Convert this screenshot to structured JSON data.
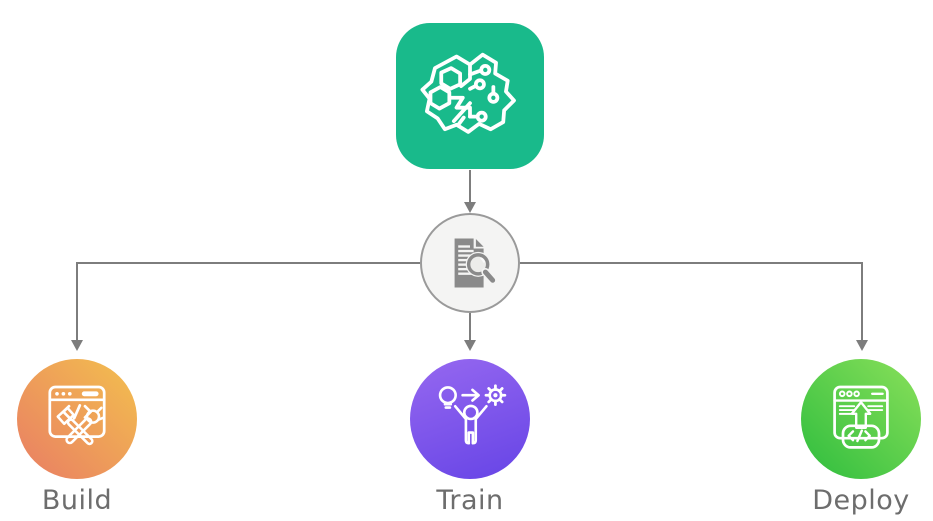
{
  "diagram": {
    "root_node": {
      "icon": "brain-circuit-icon",
      "background": "#19ba8b",
      "icon_color": "#ffffff"
    },
    "hub_node": {
      "icon": "document-search-icon",
      "background": "#f4f4f3",
      "border_color": "#9a9a9a",
      "glyph_color": "#8a8a8a"
    },
    "connector_color": "#7d7d7d",
    "label_color": "#6d6d6d",
    "nodes": [
      {
        "id": "build",
        "label": "Build",
        "icon": "build-tools-icon",
        "gradient_angle": "225deg",
        "gradient_start": "#f3c04e",
        "gradient_end": "#e97d64"
      },
      {
        "id": "train",
        "label": "Train",
        "icon": "train-person-icon",
        "gradient_angle": "160deg",
        "gradient_start": "#9668f0",
        "gradient_end": "#6644e6"
      },
      {
        "id": "deploy",
        "label": "Deploy",
        "icon": "deploy-upload-icon",
        "gradient_angle": "225deg",
        "gradient_start": "#8ae05a",
        "gradient_end": "#2ebd3e"
      }
    ]
  }
}
